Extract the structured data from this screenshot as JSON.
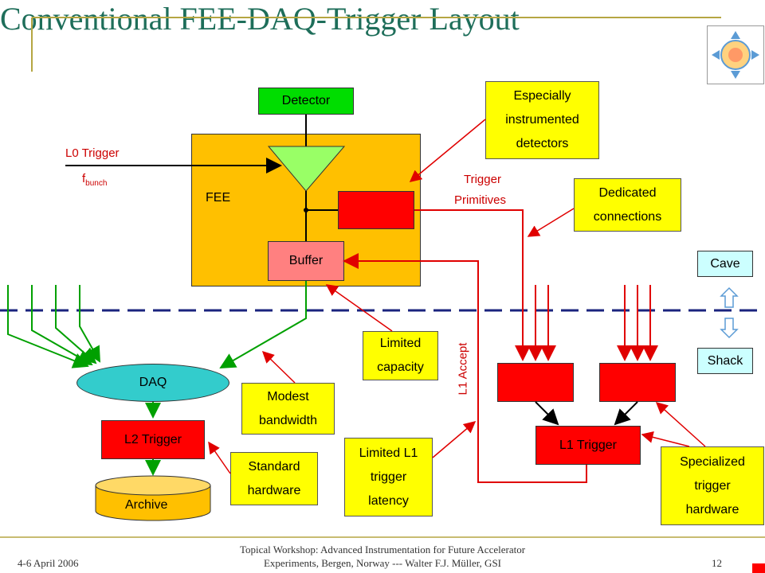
{
  "title": "Conventional FEE-DAQ-Trigger Layout",
  "detector": "Detector",
  "fee": "FEE",
  "buffer": "Buffer",
  "l0_trigger": "L0 Trigger",
  "fbunch_main": "f",
  "fbunch_sub": "bunch",
  "trigger_primitives_1": "Trigger",
  "trigger_primitives_2": "Primitives",
  "especially": "Especially instrumented detectors",
  "dedicated": "Dedicated connections",
  "cave": "Cave",
  "shack": "Shack",
  "limited_capacity": "Limited capacity",
  "modest_bandwidth": "Modest bandwidth",
  "standard_hardware": "Standard hardware",
  "limited_latency": "Limited L1 trigger latency",
  "specialized": "Specialized trigger hardware",
  "l1_accept": "L1 Accept",
  "daq": "DAQ",
  "l2_trigger": "L2 Trigger",
  "archive": "Archive",
  "l1_trigger": "L1 Trigger",
  "footer": {
    "date": "4-6 April 2006",
    "center_1": "Topical Workshop: Advanced Instrumentation for Future Accelerator",
    "center_2": "Experiments, Bergen, Norway --- Walter F.J. Müller, GSI",
    "page": "12"
  },
  "colors": {
    "title": "#1e6e5a",
    "fee": "#ffc000",
    "red": "#ff0000",
    "green": "#00cc00",
    "yellow": "#ffff00",
    "daq": "#33cccc"
  }
}
